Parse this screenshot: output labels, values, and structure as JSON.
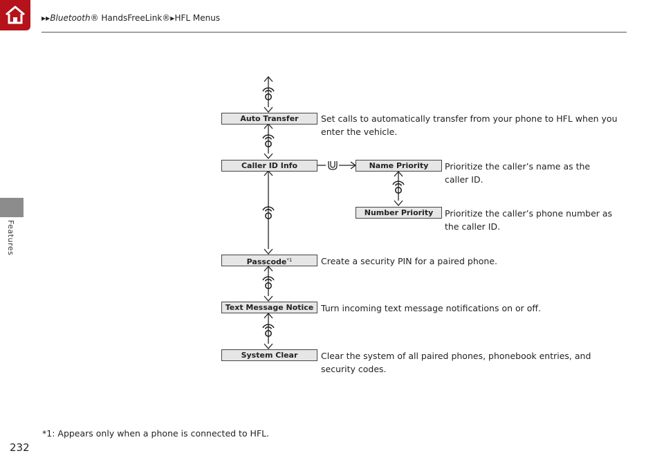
{
  "header": {
    "breadcrumb": [
      "Bluetooth",
      "® HandsFreeLink®",
      "HFL Menus"
    ]
  },
  "side": {
    "section_label": "Features"
  },
  "page_number": "232",
  "footnote": "*1: Appears only when a phone is connected to HFL.",
  "menu": {
    "auto_transfer": {
      "label": "Auto Transfer",
      "desc": "Set calls to automatically transfer from your phone to HFL when you enter the vehicle."
    },
    "caller_id_info": {
      "label": "Caller ID Info"
    },
    "name_priority": {
      "label": "Name Priority",
      "desc": "Prioritize the caller’s name as the caller ID."
    },
    "number_priority": {
      "label": "Number Priority",
      "desc": "Prioritize the caller’s phone number as the caller ID."
    },
    "passcode": {
      "label": "Passcode",
      "note": "*1",
      "desc": "Create a security PIN for a paired phone."
    },
    "text_message_notice": {
      "label": "Text Message Notice",
      "desc": "Turn incoming text message notifications on or off."
    },
    "system_clear": {
      "label": "System Clear",
      "desc": "Clear the system of all paired phones, phonebook entries, and security codes."
    }
  },
  "icons": [
    "home-icon",
    "selector-knob-icon",
    "pickup-icon",
    "up-arrow-icon",
    "down-arrow-icon",
    "right-arrow-icon"
  ]
}
